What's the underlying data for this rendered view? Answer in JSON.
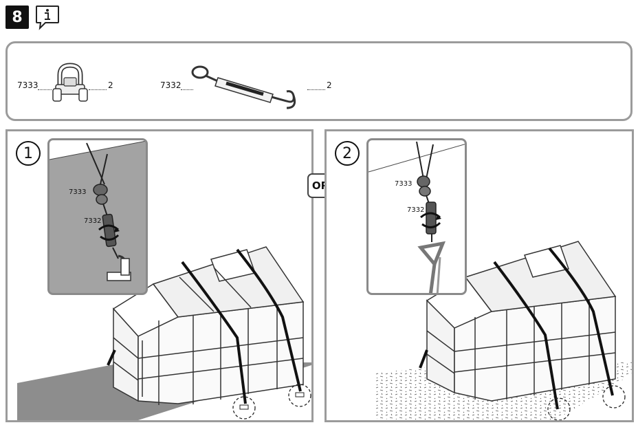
{
  "step": {
    "number": "8",
    "icon": "info-icon"
  },
  "parts": [
    {
      "code": "7333",
      "quantity": "2",
      "icon": "wire-rope-clip-icon"
    },
    {
      "code": "7332",
      "quantity": "2",
      "icon": "turnbuckle-icon"
    }
  ],
  "options": [
    {
      "number": "1",
      "labels": [
        "7333",
        "7332"
      ],
      "ground": "concrete"
    },
    {
      "number": "2",
      "labels": [
        "7333",
        "7332"
      ],
      "ground": "soil"
    }
  ],
  "or_label": "OR"
}
